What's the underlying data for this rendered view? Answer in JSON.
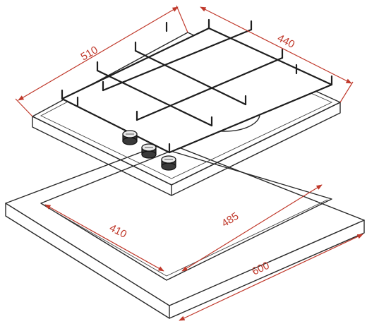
{
  "dimensions": {
    "hob_width": "510",
    "hob_depth": "440",
    "cutout_depth": "410",
    "cutout_width": "485",
    "worktop_width": "600"
  },
  "colors": {
    "dimension_line": "#c0392b",
    "outline": "#2a2a2a"
  }
}
